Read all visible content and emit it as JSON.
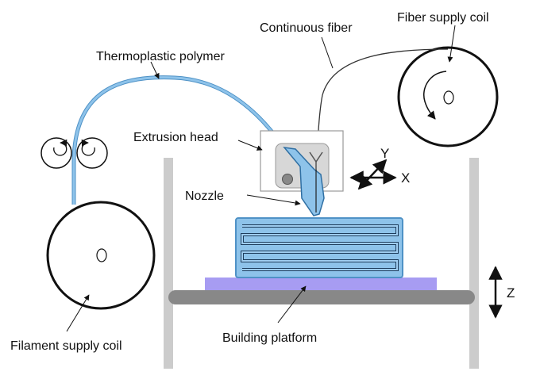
{
  "labels": {
    "continuous_fiber": "Continuous fiber",
    "fiber_supply_coil": "Fiber supply coil",
    "thermoplastic_polymer": "Thermoplastic polymer",
    "extrusion_head": "Extrusion head",
    "nozzle": "Nozzle",
    "filament_supply_coil": "Filament supply coil",
    "building_platform": "Building platform"
  },
  "axes": {
    "x": "X",
    "y": "Y",
    "z": "Z"
  },
  "colors": {
    "filament": "#8ec3ea",
    "filament_edge": "#4f92c6",
    "platform": "#888888",
    "build_plate": "#a79cf2",
    "frame": "#cccccc",
    "head_block": "#d7d7d7",
    "part_fill": "#7fb4e0"
  },
  "icons": [
    "rotation-arrow-icon",
    "axis-arrows-icon",
    "z-arrow-icon"
  ]
}
